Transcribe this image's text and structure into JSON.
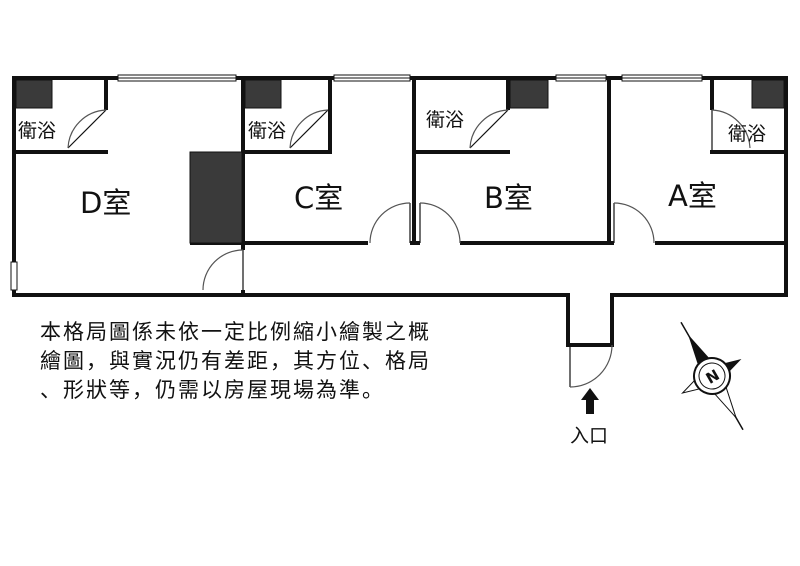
{
  "rooms": {
    "a": "A室",
    "b": "B室",
    "c": "C室",
    "d": "D室"
  },
  "bathroom_label": "衛浴",
  "entrance_label": "入口",
  "compass": {
    "north_letter": "N"
  },
  "disclaimer": {
    "lines": [
      "本格局圖係未依一定比例縮小繪製之概",
      "繪圖，與實況仍有差距，其方位、格局",
      "、形狀等，仍需以房屋現場為準。"
    ]
  },
  "colors": {
    "wall": "#111111",
    "shaft": "#3a3a3a",
    "window": "#ffffff"
  }
}
